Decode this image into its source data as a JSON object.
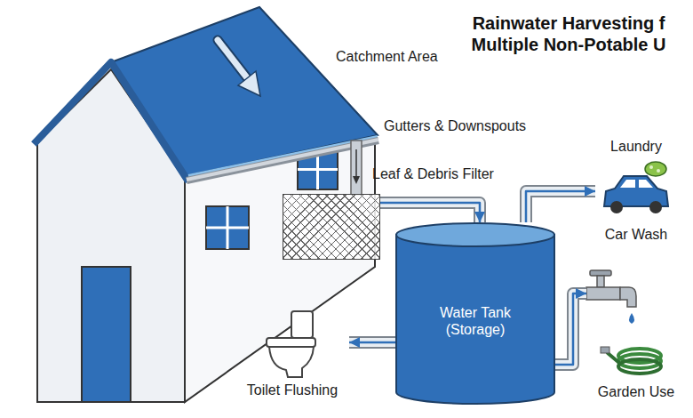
{
  "diagram": {
    "title": "Rainwater Harvesting f Multiple Non-Potable U",
    "nodes": [
      {
        "text": [
          "Leaf & Debris Filter"
        ]
      },
      {
        "text": [
          "Water Tank (Storage)"
        ]
      },
      {
        "text": [
          "Laundry",
          "Car Wash"
        ]
      },
      {
        "text": [
          "Toilet Flushing"
        ]
      },
      {
        "text": [
          "Garden Use"
        ]
      }
    ],
    "edges": [
      {
        "from": 0,
        "to": 1,
        "arrow": "to"
      },
      {
        "from": 1,
        "to": 2,
        "arrow": "to"
      },
      {
        "from": 1,
        "to": 3,
        "arrow": "to"
      },
      {
        "from": 1,
        "to": 4,
        "arrow": "to"
      }
    ],
    "labels": [
      "Catchment Area",
      "Gutters & Downspouts"
    ]
  }
}
